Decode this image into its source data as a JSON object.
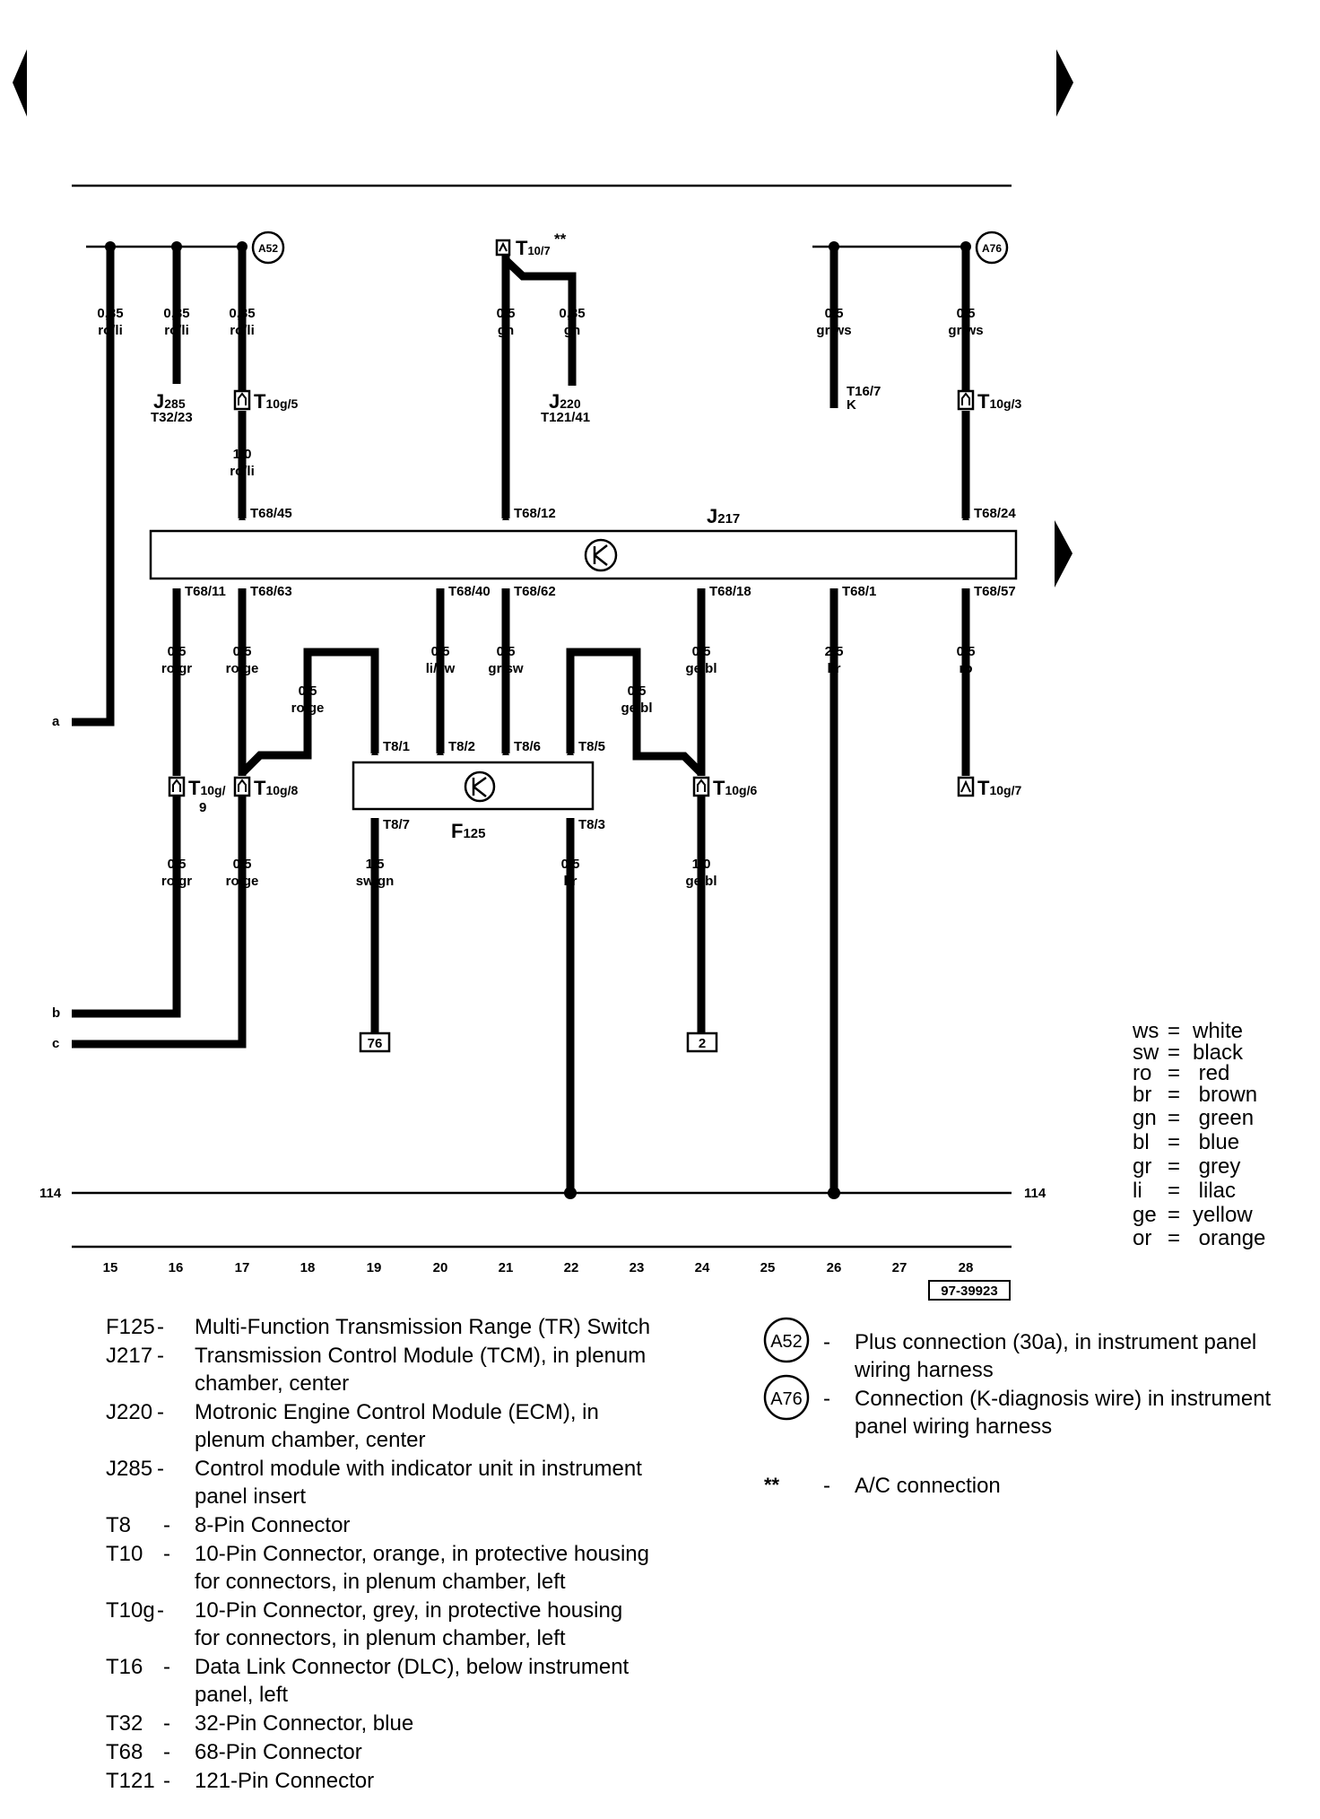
{
  "grid_numbers": [
    "15",
    "16",
    "17",
    "18",
    "19",
    "20",
    "21",
    "22",
    "23",
    "24",
    "25",
    "26",
    "27",
    "28"
  ],
  "ground_line_labels": {
    "left": "114",
    "right": "114"
  },
  "side_labels": {
    "a": "a",
    "b": "b",
    "c": "c"
  },
  "drawing_number": "97-39923",
  "ref_boxes": {
    "r76": "76",
    "r2": "2"
  },
  "top_circles": {
    "a52": "A52",
    "a76": "A76"
  },
  "components": {
    "j217": {
      "code": "J",
      "sub": "217"
    },
    "f125": {
      "code": "F",
      "sub": "125"
    },
    "j285": {
      "code": "J",
      "sub": "285",
      "pin": "T32/23"
    },
    "j220": {
      "code": "J",
      "sub": "220",
      "pin": "T121/41"
    },
    "t16": {
      "line1": "T16/7",
      "line2": "K"
    }
  },
  "connectors": {
    "t10_7": {
      "code": "T",
      "sub": "10/7",
      "mark": "**"
    },
    "t10g_5": {
      "code": "T",
      "sub": "10g/5"
    },
    "t10g_3": {
      "code": "T",
      "sub": "10g/3"
    },
    "t10g_9": {
      "code": "T",
      "sub": "10g/",
      "sub2": "9"
    },
    "t10g_8": {
      "code": "T",
      "sub": "10g/8"
    },
    "t10g_6": {
      "code": "T",
      "sub": "10g/6"
    },
    "t10g_7": {
      "code": "T",
      "sub": "10g/7"
    }
  },
  "pins": {
    "t68_45": "T68/45",
    "t68_12": "T68/12",
    "t68_24": "T68/24",
    "t68_11": "T68/11",
    "t68_63": "T68/63",
    "t68_40": "T68/40",
    "t68_62": "T68/62",
    "t68_18": "T68/18",
    "t68_1": "T68/1",
    "t68_57": "T68/57",
    "t8_1": "T8/1",
    "t8_2": "T8/2",
    "t8_6": "T8/6",
    "t8_5": "T8/5",
    "t8_7": "T8/7",
    "t8_3": "T8/3"
  },
  "wires": {
    "w15": {
      "size": "0,35",
      "color": "ro/li"
    },
    "w16": {
      "size": "0,35",
      "color": "ro/li"
    },
    "w17": {
      "size": "0,35",
      "color": "ro/li"
    },
    "w17b": {
      "size": "1,0",
      "color": "ro/li"
    },
    "w21": {
      "size": "0,5",
      "color": "gn"
    },
    "w22": {
      "size": "0,35",
      "color": "gn"
    },
    "w26": {
      "size": "0,5",
      "color": "gr/ws"
    },
    "w28": {
      "size": "0,5",
      "color": "gr/ws"
    },
    "m16": {
      "size": "0,5",
      "color": "ro/gr"
    },
    "m17": {
      "size": "0,5",
      "color": "ro/ge"
    },
    "m18": {
      "size": "0,5",
      "color": "ro/ge"
    },
    "m20": {
      "size": "0,5",
      "color": "li/sw"
    },
    "m21": {
      "size": "0,5",
      "color": "gr/sw"
    },
    "m23": {
      "size": "0,5",
      "color": "ge/bl"
    },
    "m24": {
      "size": "0,5",
      "color": "ge/bl"
    },
    "m26": {
      "size": "2,5",
      "color": "br"
    },
    "m28": {
      "size": "0,5",
      "color": "ro"
    },
    "l16": {
      "size": "0,5",
      "color": "ro/gr"
    },
    "l17": {
      "size": "0,5",
      "color": "ro/ge"
    },
    "l19": {
      "size": "1,5",
      "color": "sw/gn"
    },
    "l22": {
      "size": "0,5",
      "color": "br"
    },
    "l24": {
      "size": "1,0",
      "color": "ge/bl"
    }
  },
  "color_legend": [
    {
      "abbr": "ws",
      "name": "white"
    },
    {
      "abbr": "sw",
      "name": "black"
    },
    {
      "abbr": "ro",
      "name": " red"
    },
    {
      "abbr": "br",
      "name": " brown"
    },
    {
      "abbr": "gn",
      "name": " green"
    },
    {
      "abbr": "bl",
      "name": "  blue"
    },
    {
      "abbr": "gr",
      "name": " grey"
    },
    {
      "abbr": "li",
      "name": "  lilac"
    },
    {
      "abbr": "ge",
      "name": "yellow"
    },
    {
      "abbr": "or",
      "name": " orange"
    }
  ],
  "component_legend": [
    {
      "code": "F125",
      "lines": [
        "Multi-Function Transmission Range (TR) Switch"
      ]
    },
    {
      "code": "J217",
      "lines": [
        "Transmission Control Module (TCM), in plenum",
        "chamber, center"
      ]
    },
    {
      "code": "J220",
      "lines": [
        "Motronic Engine Control Module (ECM), in",
        "plenum chamber, center"
      ]
    },
    {
      "code": "J285",
      "lines": [
        "Control module with indicator unit in instrument",
        "panel insert"
      ]
    },
    {
      "code": "T8",
      "lines": [
        "8-Pin Connector"
      ]
    },
    {
      "code": "T10",
      "lines": [
        "10-Pin Connector, orange, in protective housing",
        "for connectors, in plenum chamber, left"
      ]
    },
    {
      "code": "T10g",
      "lines": [
        "10-Pin Connector, grey, in protective housing",
        "for connectors, in plenum chamber, left"
      ]
    },
    {
      "code": "T16",
      "lines": [
        "Data Link Connector (DLC), below instrument",
        "panel, left"
      ]
    },
    {
      "code": "T32",
      "lines": [
        "32-Pin Connector, blue"
      ]
    },
    {
      "code": "T68",
      "lines": [
        "68-Pin Connector"
      ]
    },
    {
      "code": "T121",
      "lines": [
        "121-Pin Connector"
      ]
    }
  ],
  "connection_legend": [
    {
      "symbol": "A52",
      "lines": [
        "Plus connection (30a), in instrument panel",
        "wiring harness"
      ]
    },
    {
      "symbol": "A76",
      "lines": [
        "Connection (K-diagnosis wire) in instrument",
        "panel wiring harness"
      ]
    },
    {
      "symbol": "**",
      "lines": [
        "A/C connection"
      ]
    }
  ],
  "dash": "-"
}
